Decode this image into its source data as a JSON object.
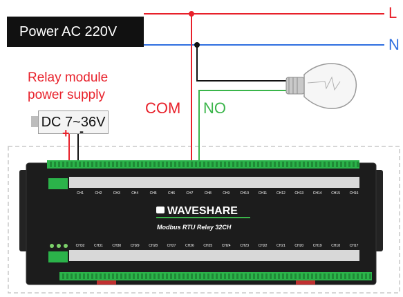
{
  "power_label": "Power AC 220V",
  "line_L": "L",
  "line_N": "N",
  "supply_caption_line1": "Relay module",
  "supply_caption_line2": "power supply",
  "dc_label": "DC 7~36V",
  "plus": "+",
  "minus": "-",
  "com_label": "COM",
  "no_label": "NO",
  "brand": "WAVESHARE",
  "model": "Modbus RTU Relay 32CH",
  "top_channels": [
    "CH1",
    "CH2",
    "CH3",
    "CH4",
    "CH5",
    "CH6",
    "CH7",
    "CH8",
    "CH9",
    "CH10",
    "CH11",
    "CH12",
    "CH13",
    "CH14",
    "CH15",
    "CH16"
  ],
  "bottom_channels": [
    "CH32",
    "CH31",
    "CH30",
    "CH29",
    "CH28",
    "CH27",
    "CH26",
    "CH25",
    "CH24",
    "CH23",
    "CH22",
    "CH21",
    "CH20",
    "CH19",
    "CH18",
    "CH17"
  ],
  "colors": {
    "live": "#e8202a",
    "neutral": "#2f6fe0",
    "no_wire": "#3ab54a",
    "module": "#1c1c1c",
    "terminal": "#2bb34a"
  }
}
